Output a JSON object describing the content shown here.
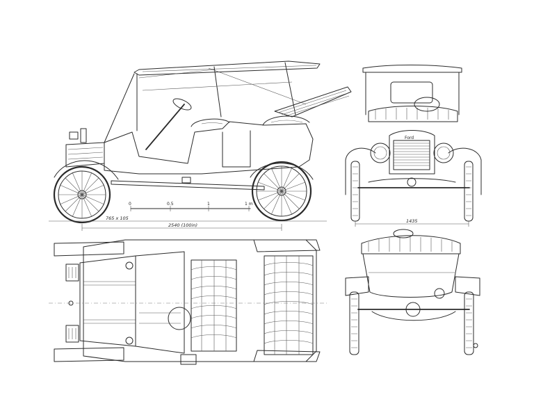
{
  "dimensions": {
    "wheelbase": "2540 (100in)",
    "tire_size": "765 x 105",
    "track": "1435"
  },
  "scale_bar": {
    "ticks": [
      "0",
      "0.5",
      "1",
      "1 m"
    ]
  },
  "badge": "Ford",
  "views": [
    "side-view",
    "front-view",
    "top-view",
    "rear-view"
  ]
}
